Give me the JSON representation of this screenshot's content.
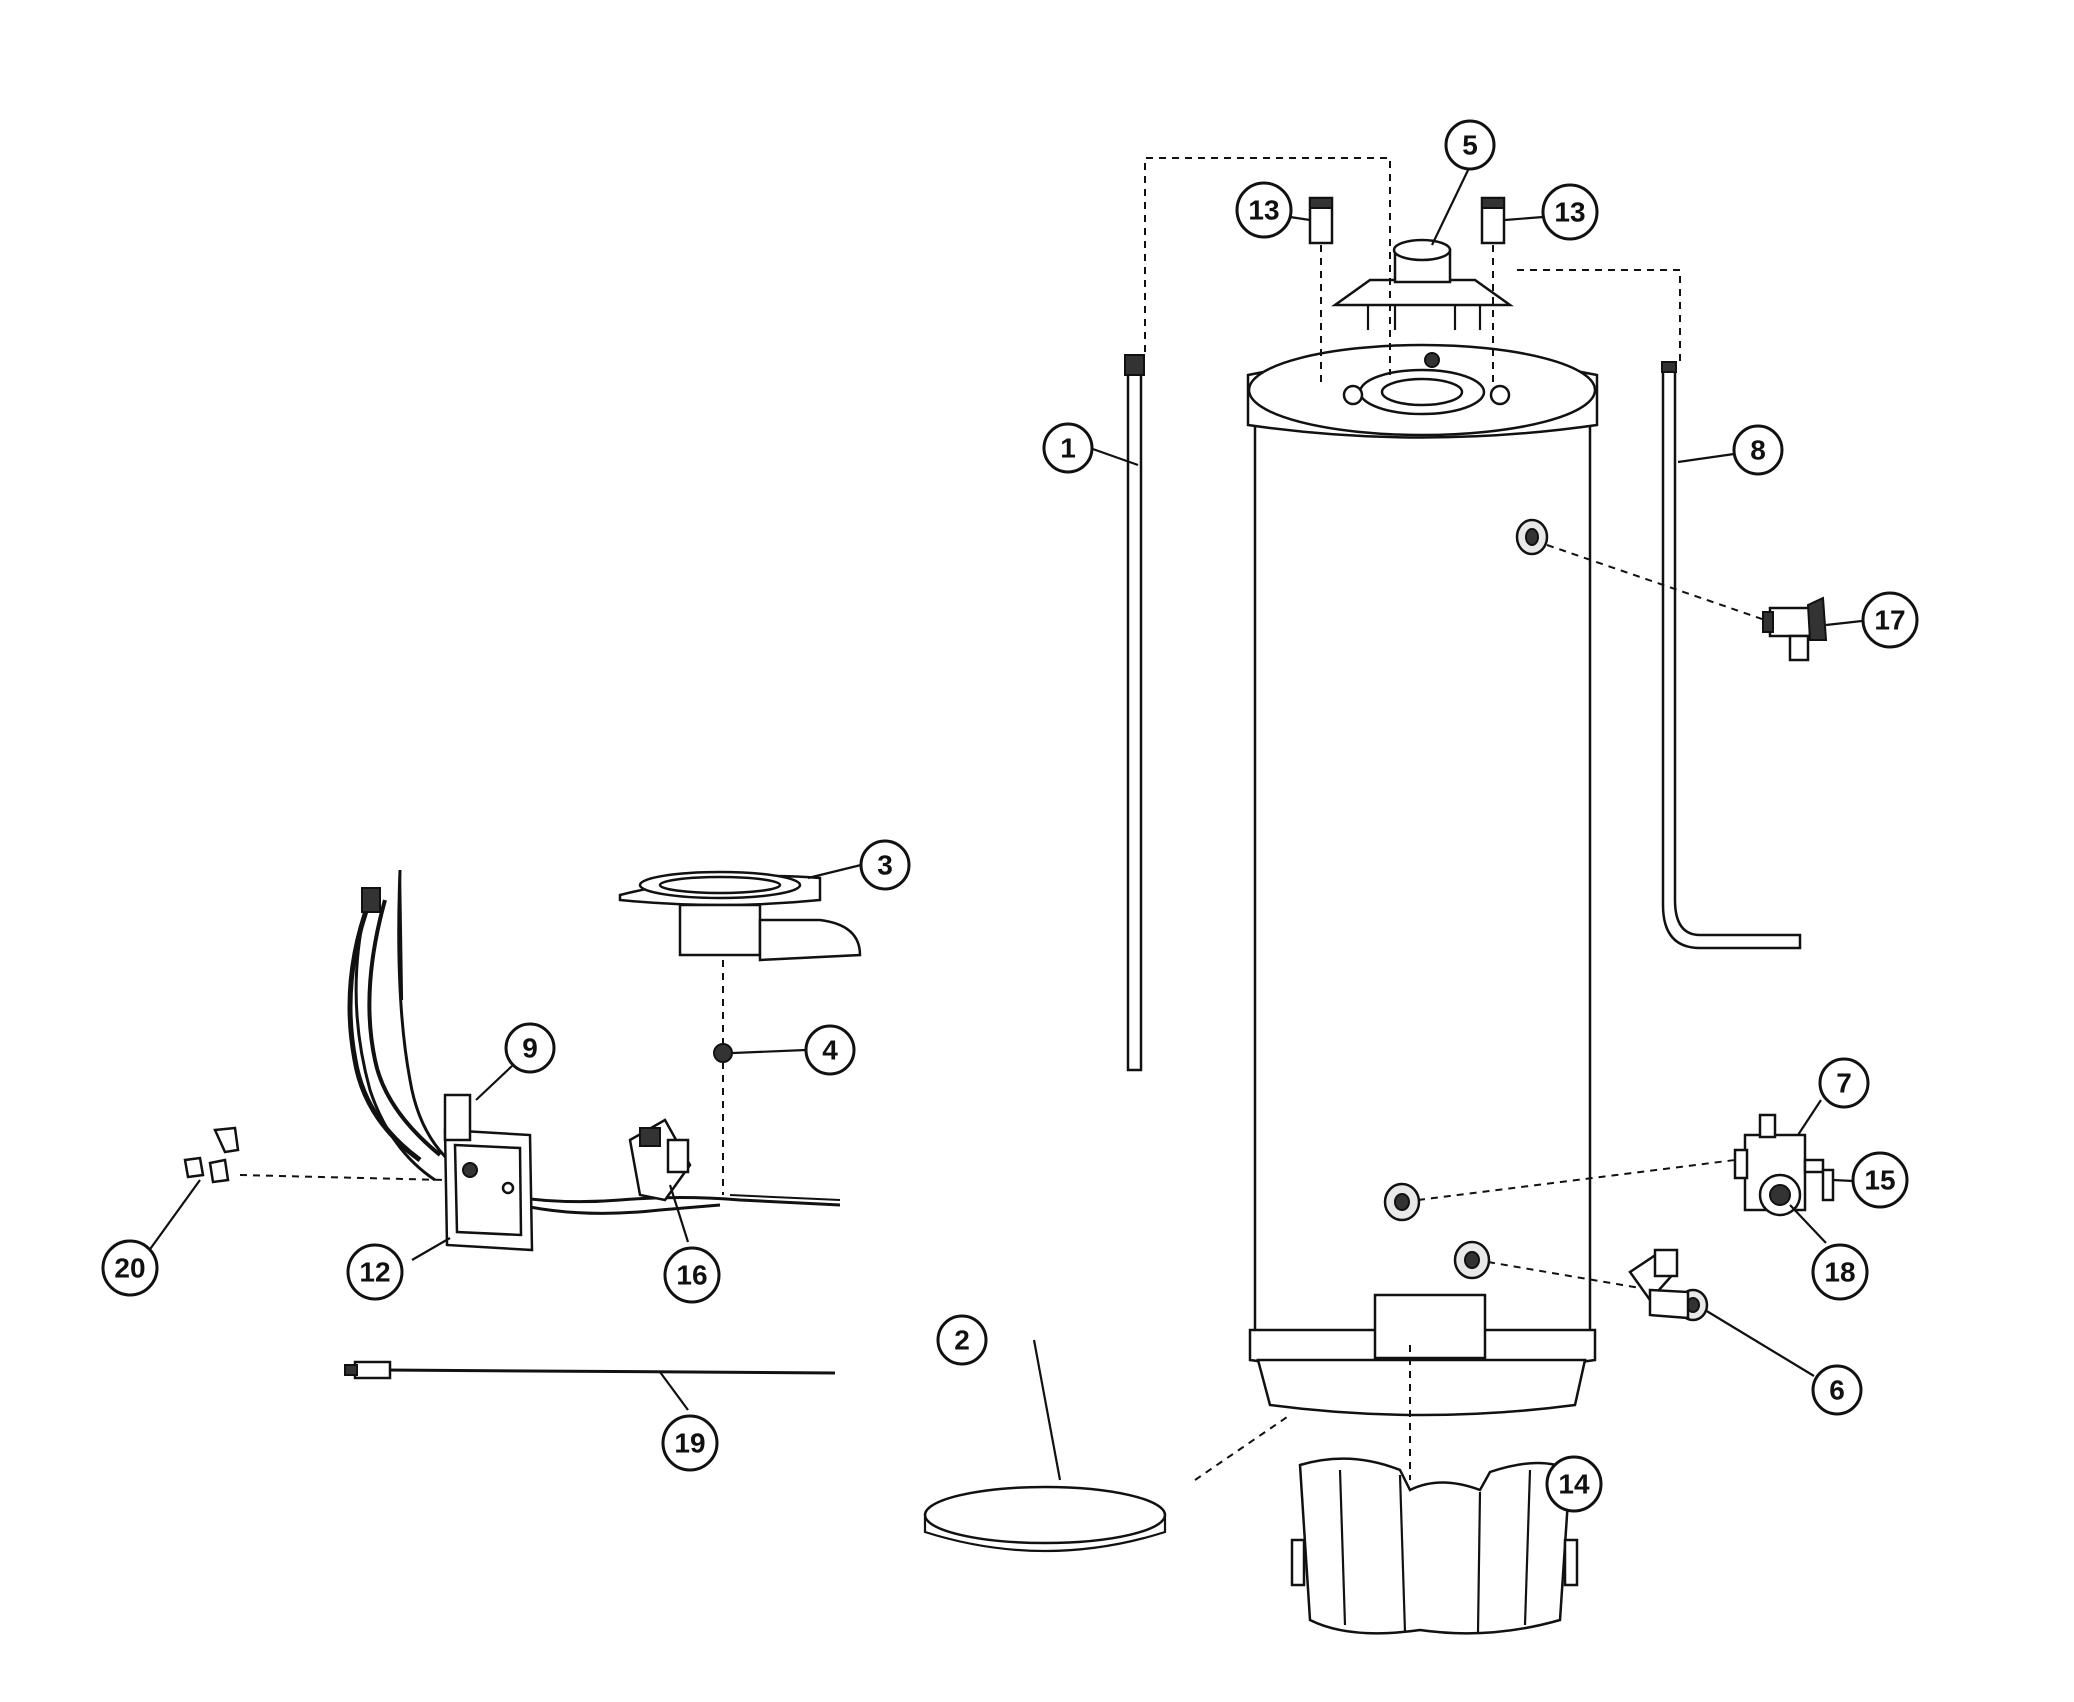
{
  "callouts": [
    {
      "id": "1",
      "label": "1"
    },
    {
      "id": "2",
      "label": "2"
    },
    {
      "id": "3",
      "label": "3"
    },
    {
      "id": "4",
      "label": "4"
    },
    {
      "id": "5",
      "label": "5"
    },
    {
      "id": "6",
      "label": "6"
    },
    {
      "id": "7",
      "label": "7"
    },
    {
      "id": "8",
      "label": "8"
    },
    {
      "id": "9",
      "label": "9"
    },
    {
      "id": "12",
      "label": "12"
    },
    {
      "id": "13a",
      "label": "13"
    },
    {
      "id": "13b",
      "label": "13"
    },
    {
      "id": "14",
      "label": "14"
    },
    {
      "id": "15",
      "label": "15"
    },
    {
      "id": "16",
      "label": "16"
    },
    {
      "id": "17",
      "label": "17"
    },
    {
      "id": "18",
      "label": "18"
    },
    {
      "id": "19",
      "label": "19"
    },
    {
      "id": "20",
      "label": "20"
    }
  ]
}
